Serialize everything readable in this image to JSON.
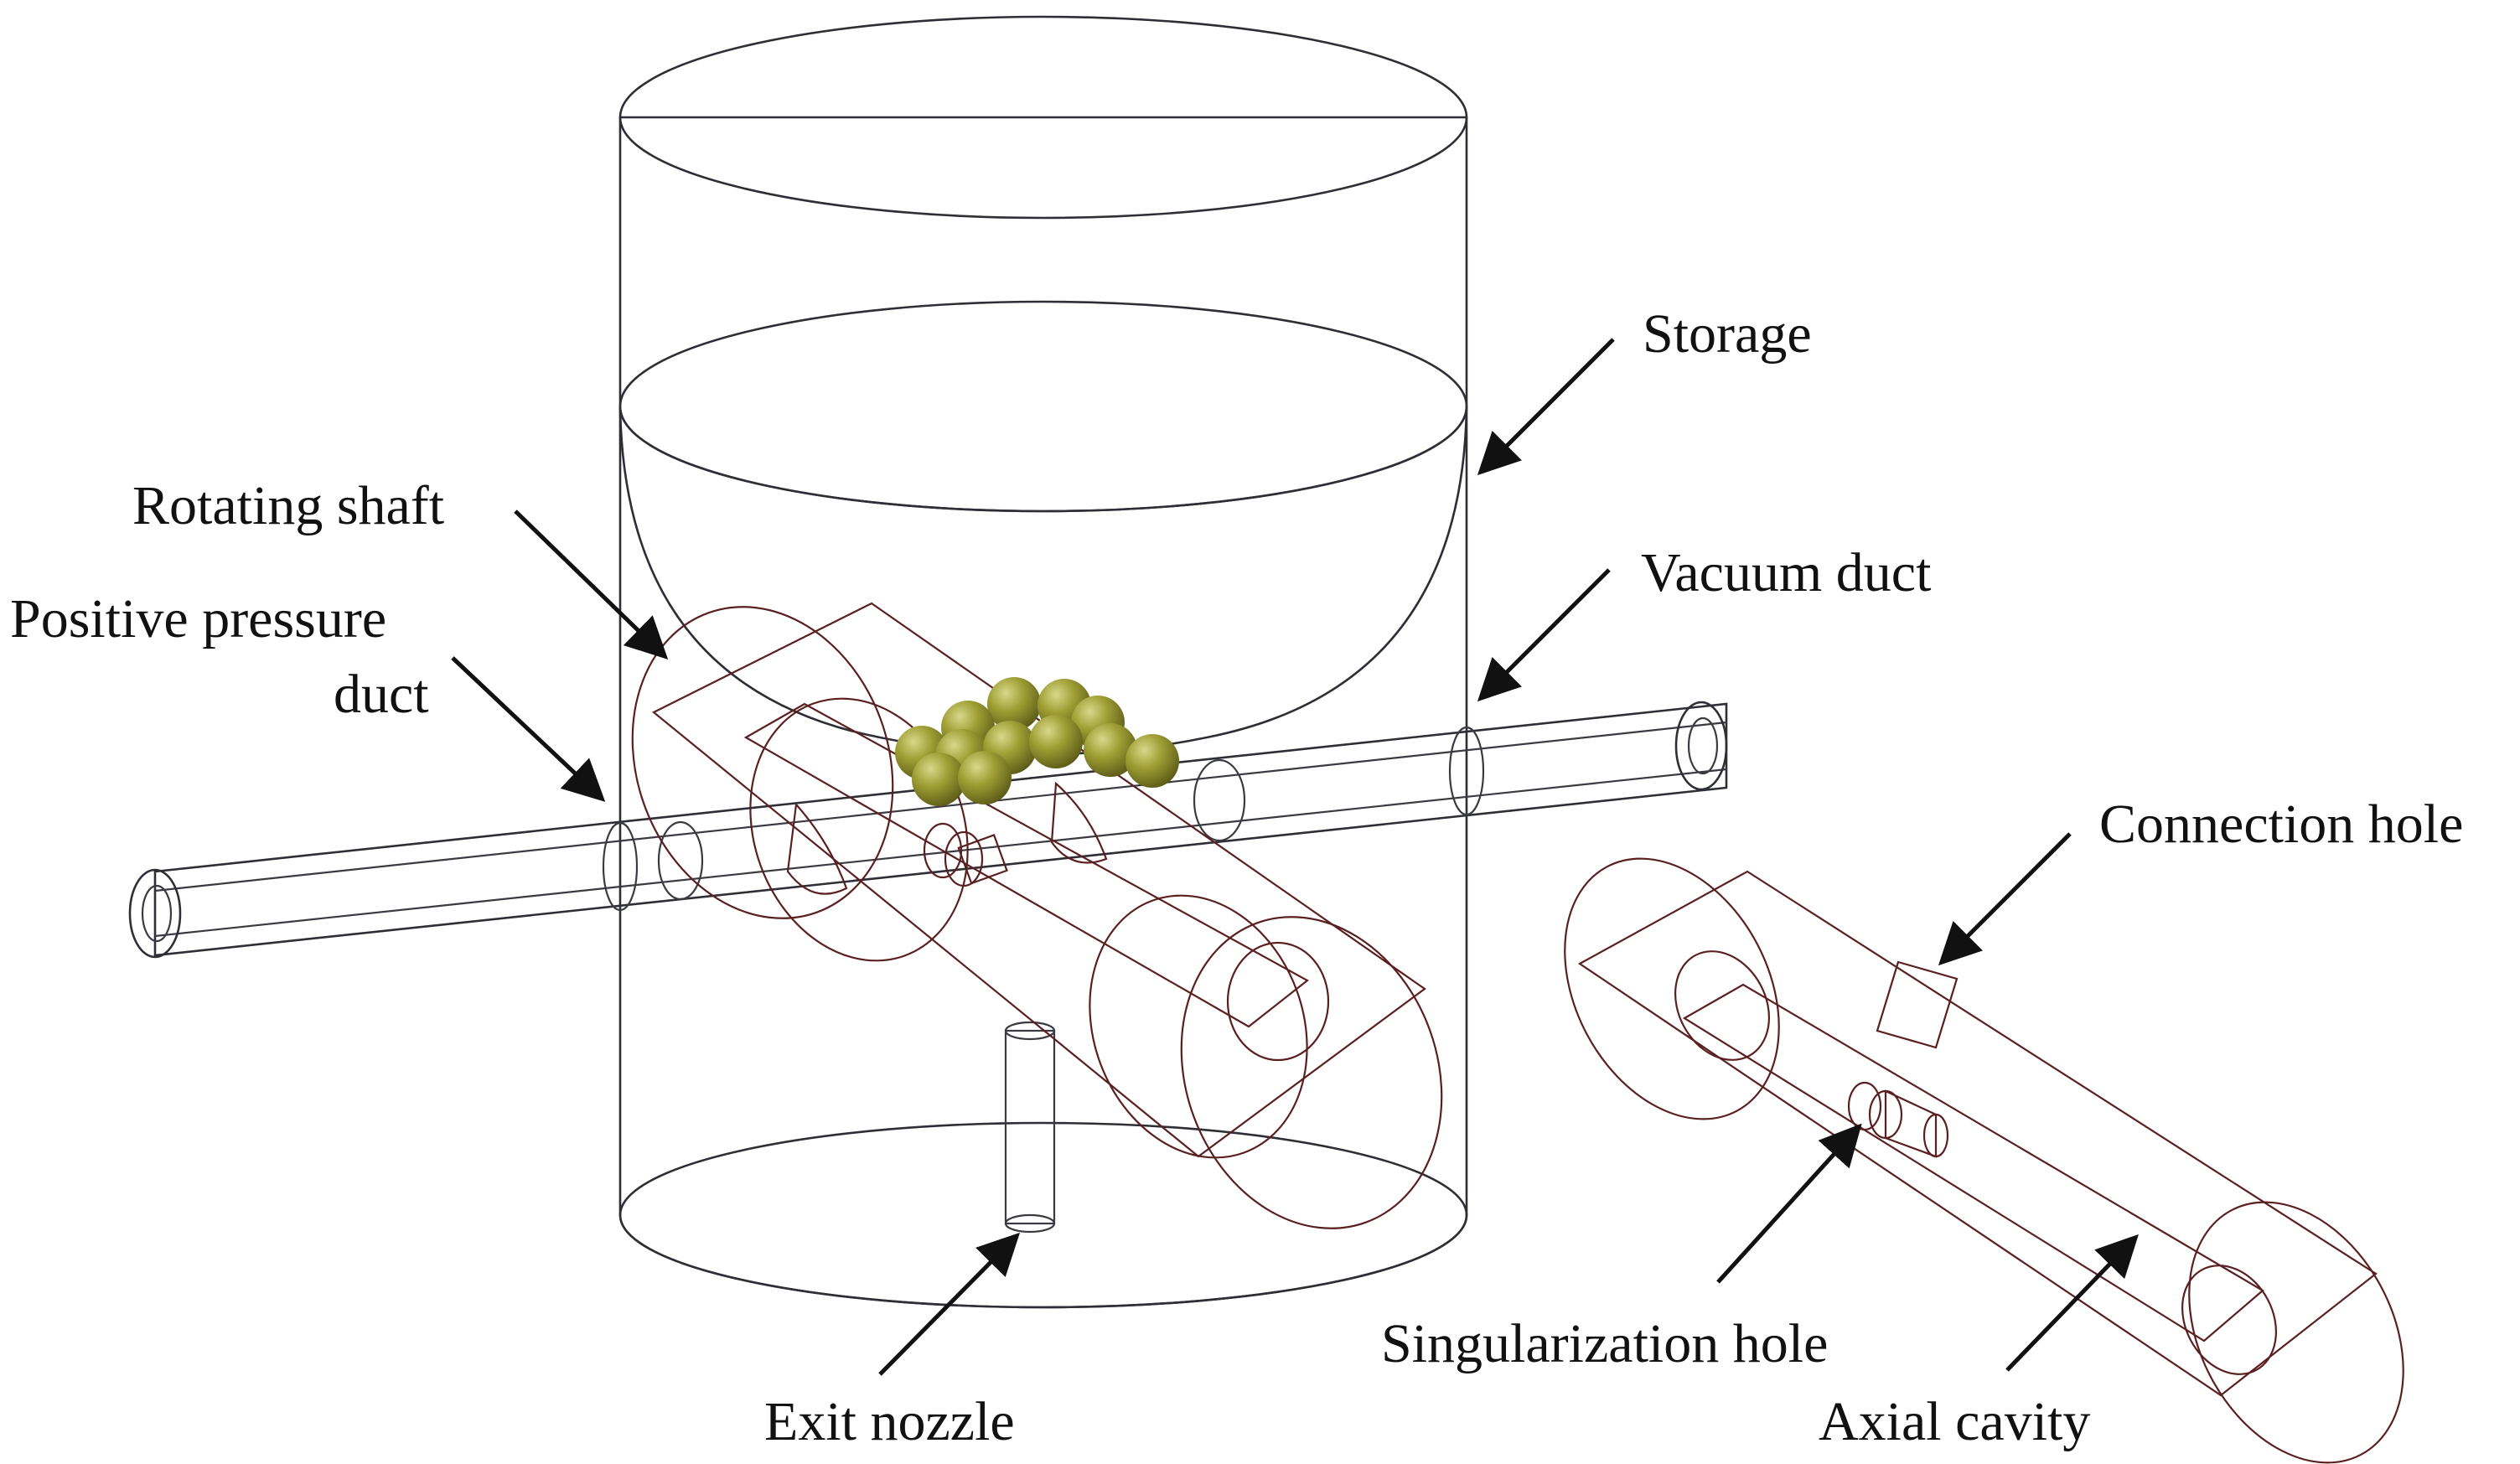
{
  "labels": {
    "storage": "Storage",
    "rotating_shaft": "Rotating shaft",
    "positive_pressure_duct_line1": "Positive pressure",
    "positive_pressure_duct_line2": "duct",
    "vacuum_duct": "Vacuum duct",
    "connection_hole": "Connection hole",
    "exit_nozzle": "Exit nozzle",
    "singularization_hole": "Singularization hole",
    "axial_cavity": "Axial cavity"
  },
  "colors": {
    "housing": "#9a9ca6",
    "duct": "#8b8f9c",
    "shaft": "#c86466",
    "seeds": "#8a8a2a",
    "text": "#111111"
  }
}
